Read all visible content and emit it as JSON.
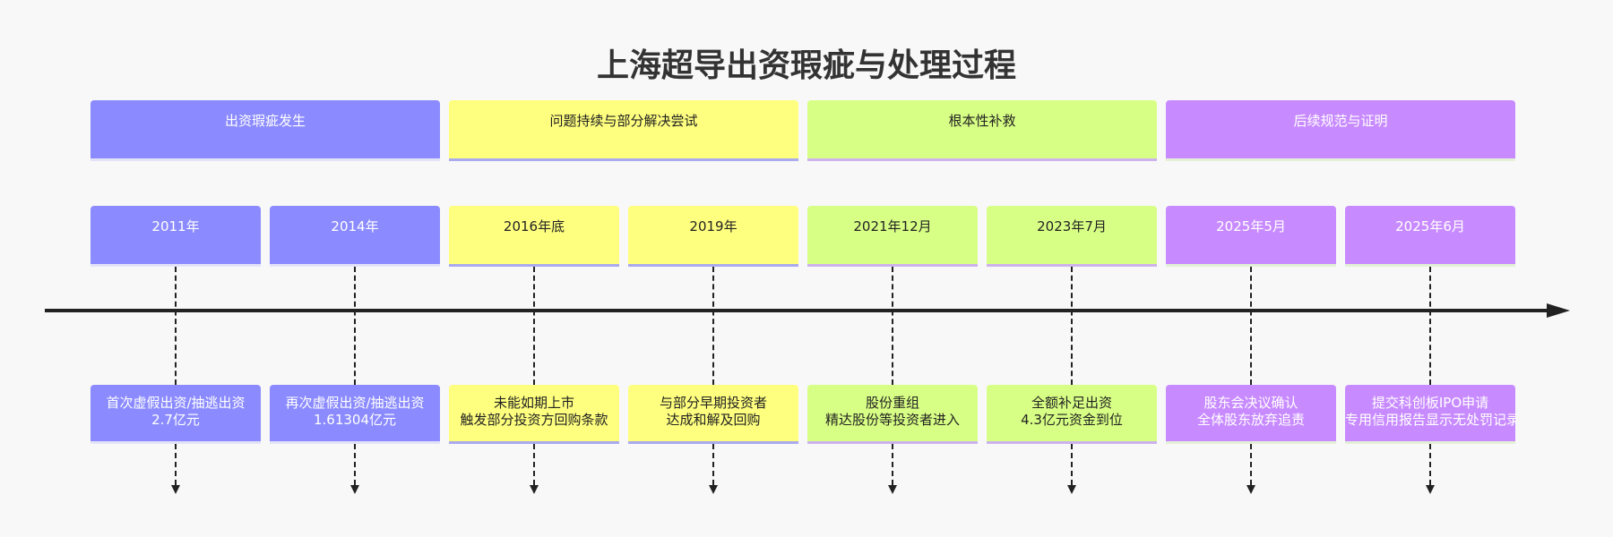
{
  "title": "上海超导出资瑕疵与处理过程",
  "phase_colors": [
    {
      "bg": "#8b8bff",
      "fg": "#ffffff",
      "line": "#e3e3f8"
    },
    {
      "bg": "#ffff7f",
      "fg": "#222222",
      "line": "#aaaaee"
    },
    {
      "bg": "#d8ff85",
      "fg": "#222222",
      "line": "#cdb2ee"
    },
    {
      "bg": "#c88bff",
      "fg": "#ffffff",
      "line": "#e3f0d6"
    }
  ],
  "phases": [
    {
      "label": "出资瑕疵发生",
      "color": 0
    },
    {
      "label": "问题持续与部分解决尝试",
      "color": 1
    },
    {
      "label": "根本性补救",
      "color": 2
    },
    {
      "label": "后续规范与证明",
      "color": 3
    }
  ],
  "events": [
    {
      "date": "2011年",
      "lines": [
        "首次虚假出资/抽逃出资",
        "2.7亿元"
      ],
      "phase": 0
    },
    {
      "date": "2014年",
      "lines": [
        "再次虚假出资/抽逃出资",
        "1.61304亿元"
      ],
      "phase": 0
    },
    {
      "date": "2016年底",
      "lines": [
        "未能如期上市",
        "触发部分投资方回购条款"
      ],
      "phase": 1
    },
    {
      "date": "2019年",
      "lines": [
        "与部分早期投资者",
        "达成和解及回购"
      ],
      "phase": 1
    },
    {
      "date": "2021年12月",
      "lines": [
        "股份重组",
        "精达股份等投资者进入"
      ],
      "phase": 2
    },
    {
      "date": "2023年7月",
      "lines": [
        "全额补足出资",
        "4.3亿元资金到位"
      ],
      "phase": 2
    },
    {
      "date": "2025年5月",
      "lines": [
        "股东会决议确认",
        "全体股东放弃追责"
      ],
      "phase": 3
    },
    {
      "date": "2025年6月",
      "lines": [
        "提交科创板IPO申请",
        "专用信用报告显示无处罚记录"
      ],
      "phase": 3
    }
  ]
}
